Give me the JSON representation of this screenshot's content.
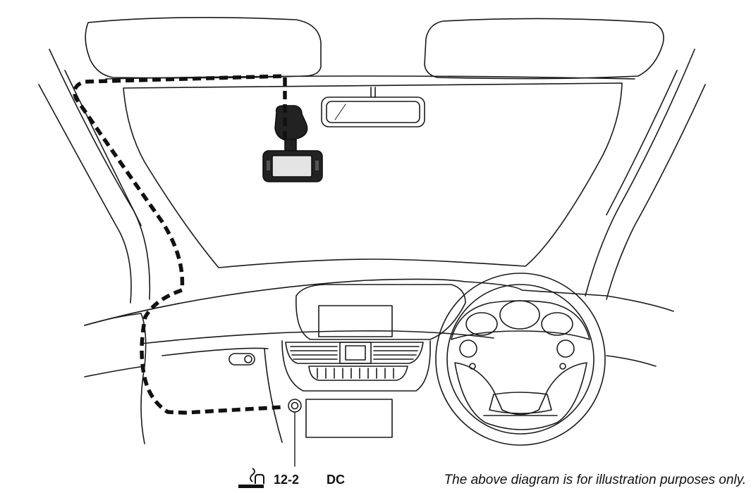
{
  "labels": {
    "socket_voltage": "12-2",
    "socket_type": "DC",
    "disclaimer": "The above diagram is for illustration purposes only."
  },
  "colors": {
    "line": "#1a1a1a",
    "cable": "#111111",
    "screen": "#e4e4e4",
    "background": "#ffffff"
  },
  "icons": {
    "socket_label_icon": "cigarette-lighter-icon"
  }
}
